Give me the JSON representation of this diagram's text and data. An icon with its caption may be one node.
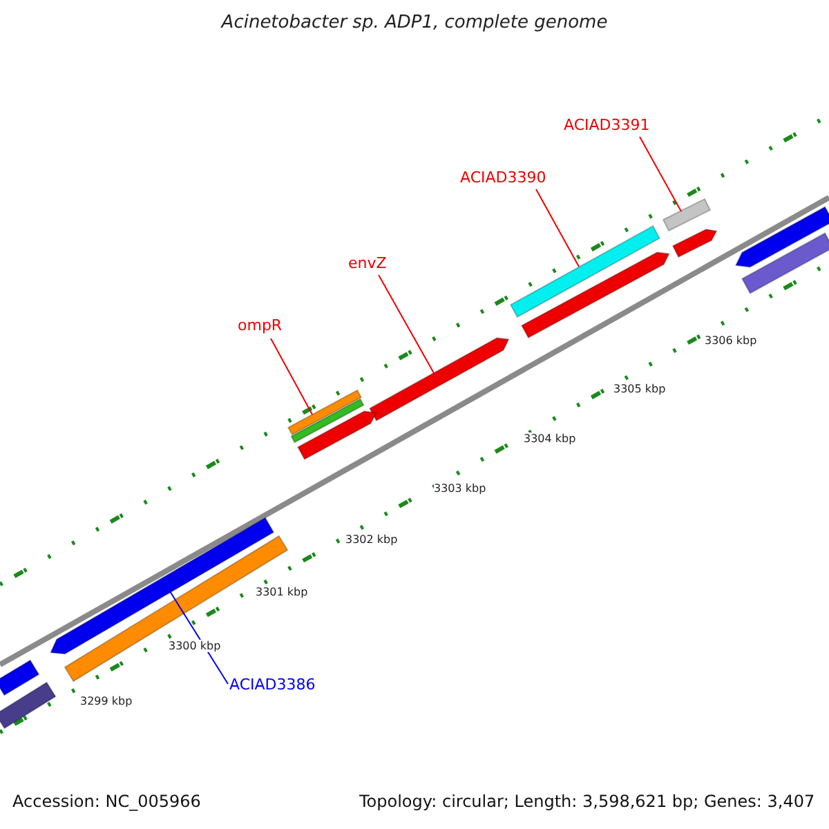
{
  "diagram": {
    "title": "Acinetobacter sp. ADP1, complete genome",
    "nodes": [
      {
        "text": [
          "ACIAD3391"
        ]
      },
      {
        "text": [],
        "shape": "bar"
      },
      {
        "text": [
          "ACIAD3390"
        ]
      },
      {
        "text": [],
        "shape": "bar"
      },
      {
        "text": [
          "envZ"
        ]
      },
      {
        "text": [],
        "shape": "bar"
      },
      {
        "text": [
          "ompR"
        ]
      },
      {
        "text": [],
        "shape": "bar"
      },
      {
        "text": [
          "ACIAD3386"
        ]
      },
      {
        "text": [],
        "shape": "bar"
      },
      {
        "text": [],
        "shape": "bar"
      },
      {
        "text": [],
        "shape": "bar"
      },
      {
        "text": [],
        "shape": "bar"
      },
      {
        "text": [],
        "shape": "bar"
      },
      {
        "text": [],
        "shape": "bar"
      },
      {
        "text": [],
        "shape": "bar"
      },
      {
        "text": [],
        "shape": "bar"
      },
      {
        "text": [],
        "shape": "bar"
      },
      {
        "text": [],
        "shape": "bar"
      }
    ],
    "edges": [
      {
        "from": 0,
        "to": 1,
        "arrow": "none"
      },
      {
        "from": 2,
        "to": 3,
        "arrow": "none"
      },
      {
        "from": 4,
        "to": 5,
        "arrow": "none"
      },
      {
        "from": 6,
        "to": 7,
        "arrow": "none"
      },
      {
        "from": 8,
        "to": 9,
        "arrow": "none",
        "color": "#0000ee"
      }
    ],
    "labels": [
      "3306 kbp",
      "3305 kbp",
      "3304 kbp",
      "3303 kbp",
      "3302 kbp",
      "3301 kbp",
      "3300 kbp",
      "3299 kbp",
      "Accession: NC_005966",
      "Topology: circular; Length: 3,598,621 bp; Genes: 3,407"
    ]
  }
}
